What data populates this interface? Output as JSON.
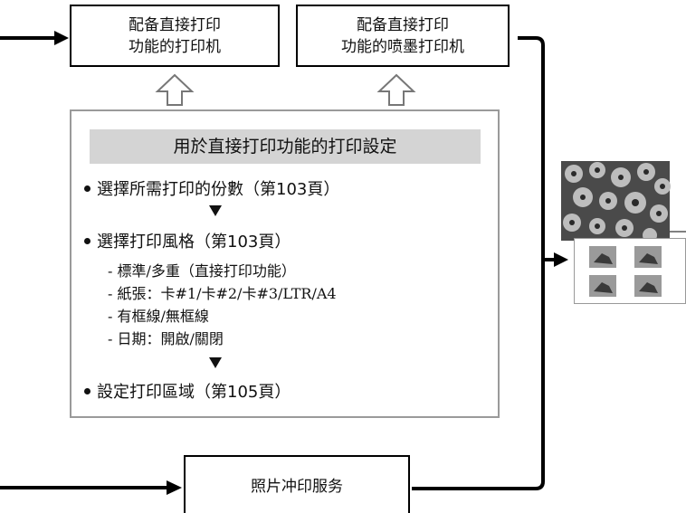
{
  "printer_direct": {
    "line1": "配备直接打印",
    "line2": "功能的打印机"
  },
  "printer_inkjet": {
    "line1": "配备直接打印",
    "line2": "功能的喷墨打印机"
  },
  "settings": {
    "title": "用於直接打印功能的打印設定",
    "step1": "選擇所需打印的份數（第103頁）",
    "step2": "選擇打印風格（第103頁）",
    "options": [
      "- 標準/多重（直接打印功能）",
      "- 紙張：卡#1/卡#2/卡#3/LTR/A4",
      "- 有框線/無框線",
      "- 日期：開啟/關閉"
    ],
    "step3": "設定打印區域（第105頁）"
  },
  "photo_service": {
    "label": "照片冲印服务"
  },
  "icons": {
    "up_arrow": "hollow-up-arrow-icon",
    "step_arrow": "down-triangle-icon",
    "flow_arrow": "solid-arrow-icon"
  }
}
